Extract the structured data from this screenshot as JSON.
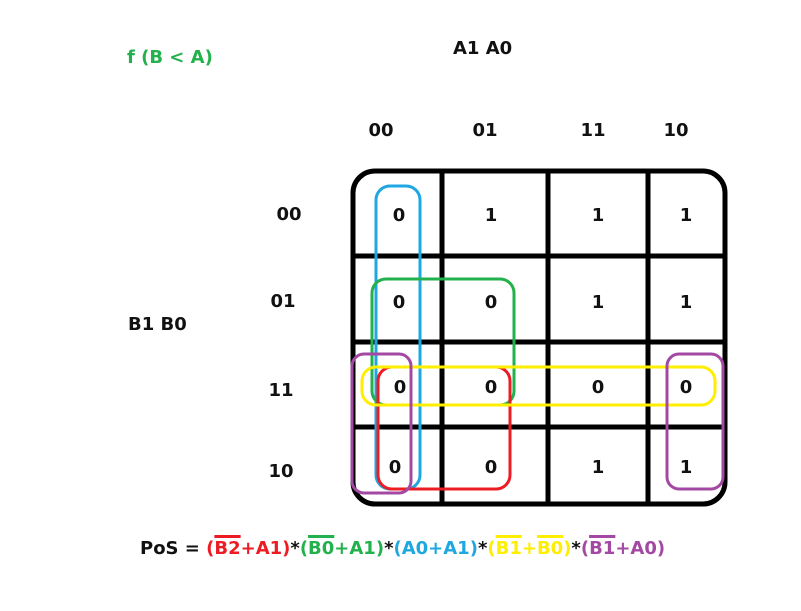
{
  "function_label": "f (B < A)",
  "col_var_label": "A1 A0",
  "row_var_label": "B1 B0",
  "col_headers": [
    "00",
    "01",
    "11",
    "10"
  ],
  "row_headers": [
    "00",
    "01",
    "11",
    "10"
  ],
  "cells": [
    [
      "0",
      "1",
      "1",
      "1"
    ],
    [
      "0",
      "0",
      "1",
      "1"
    ],
    [
      "0",
      "0",
      "0",
      "0"
    ],
    [
      "0",
      "0",
      "1",
      "1"
    ]
  ],
  "groups": [
    {
      "name": "blue",
      "color": "#1ea7e1"
    },
    {
      "name": "green",
      "color": "#22b14c"
    },
    {
      "name": "red",
      "color": "#ed1c24"
    },
    {
      "name": "yellow",
      "color": "#ffee00"
    },
    {
      "name": "purple",
      "color": "#a349a4"
    }
  ],
  "pos": {
    "prefix": "PoS = ",
    "terms": [
      {
        "text_open": "(",
        "overline": "B2",
        "rest": "+A1)",
        "color": "#ed1c24"
      },
      {
        "text_open": "(",
        "overline": "B0",
        "rest": "+A1)",
        "color": "#22b14c"
      },
      {
        "text_open": "(",
        "overline": "",
        "rest": "A0+A1)",
        "color": "#1ea7e1"
      },
      {
        "text_open": "(",
        "overline": "B1",
        "rest": "+",
        "overline2": "B0",
        "rest2": ")",
        "color": "#ffee00"
      },
      {
        "text_open": "(",
        "overline": "B1",
        "rest": "+A0)",
        "color": "#a349a4"
      }
    ],
    "separator": "*"
  }
}
